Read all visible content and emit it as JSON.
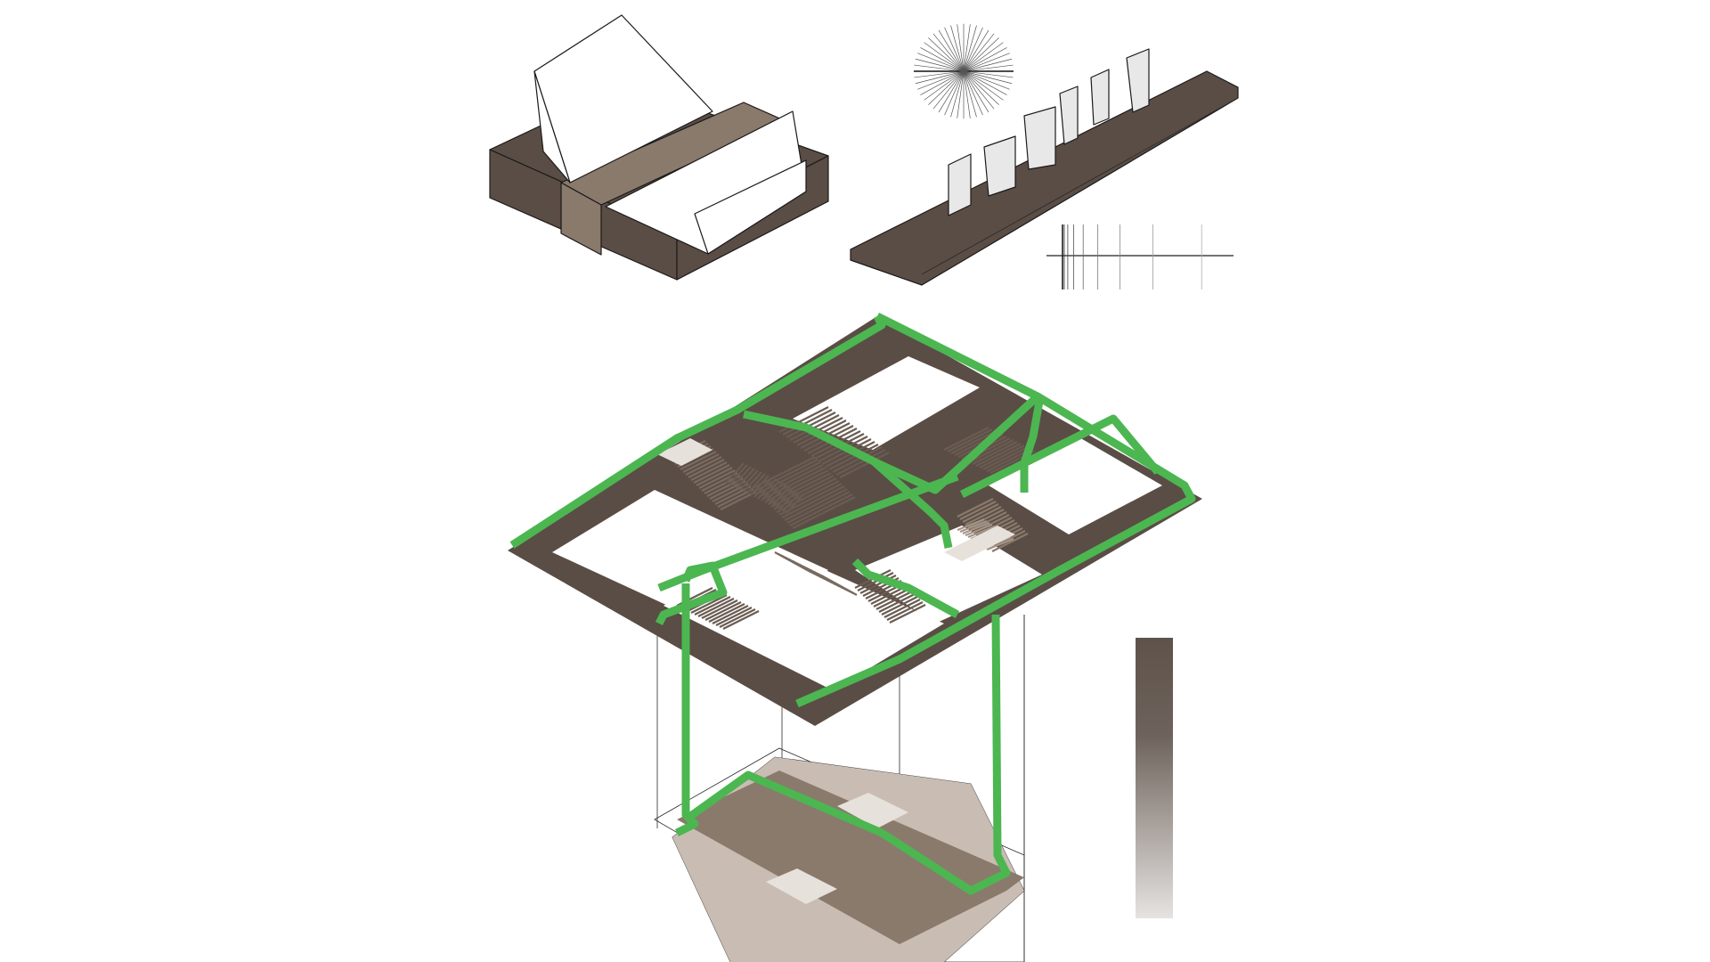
{
  "diagram": {
    "kind": "axonometric architectural diagram",
    "colors": {
      "dark_mass": "#5a4d45",
      "mid_band": "#8a7a6c",
      "light_floor": "#c9bdb3",
      "path_green": "#4cb651",
      "white_volume": "#ffffff",
      "outline": "#1a1a1a",
      "gradient_top": "#5e524a",
      "gradient_bottom": "#e6e3e1"
    },
    "icons": {
      "volume_model": "massing-block-icon",
      "fin_strip": "vertical-fins-icon",
      "radial_lines": "starburst-icon",
      "tick_lines": "line-gradient-icon",
      "main_axon": "stair-circulation-axon",
      "legend_bar": "gradient-legend-bar"
    }
  }
}
